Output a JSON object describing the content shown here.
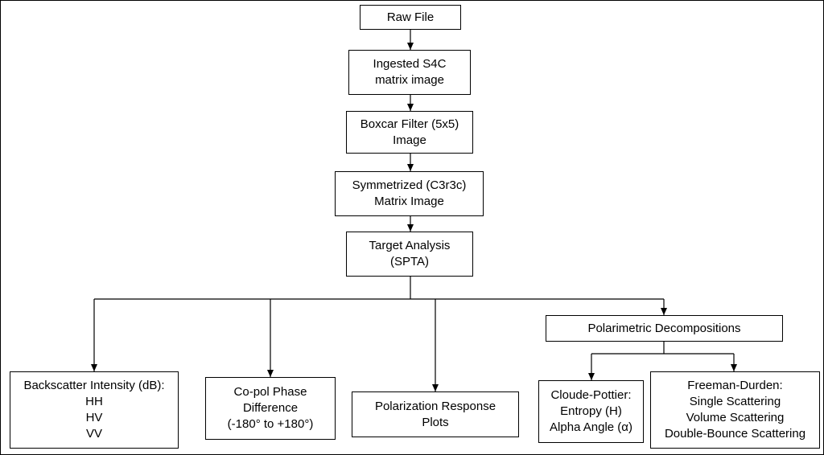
{
  "nodes": {
    "raw_file": [
      "Raw File"
    ],
    "ingested": [
      "Ingested S4C",
      "matrix image"
    ],
    "boxcar": [
      "Boxcar Filter (5x5)",
      "Image"
    ],
    "symmetrized": [
      "Symmetrized (C3r3c)",
      "Matrix Image"
    ],
    "target": [
      "Target Analysis",
      "(SPTA)"
    ],
    "backscatter": [
      "Backscatter Intensity (dB):",
      "HH",
      "HV",
      "VV"
    ],
    "copol": [
      "Co-pol Phase",
      "Difference",
      "(-180° to +180°)"
    ],
    "polresp": [
      "Polarization Response",
      "Plots"
    ],
    "poldecomp": [
      "Polarimetric Decompositions"
    ],
    "cloude": [
      "Cloude-Pottier:",
      "Entropy (H)",
      "Alpha Angle (α)"
    ],
    "freeman": [
      "Freeman-Durden:",
      "Single Scattering",
      "Volume Scattering",
      "Double-Bounce Scattering"
    ]
  },
  "colors": {
    "line": "#000000",
    "box_border": "#000000",
    "background": "#ffffff"
  }
}
